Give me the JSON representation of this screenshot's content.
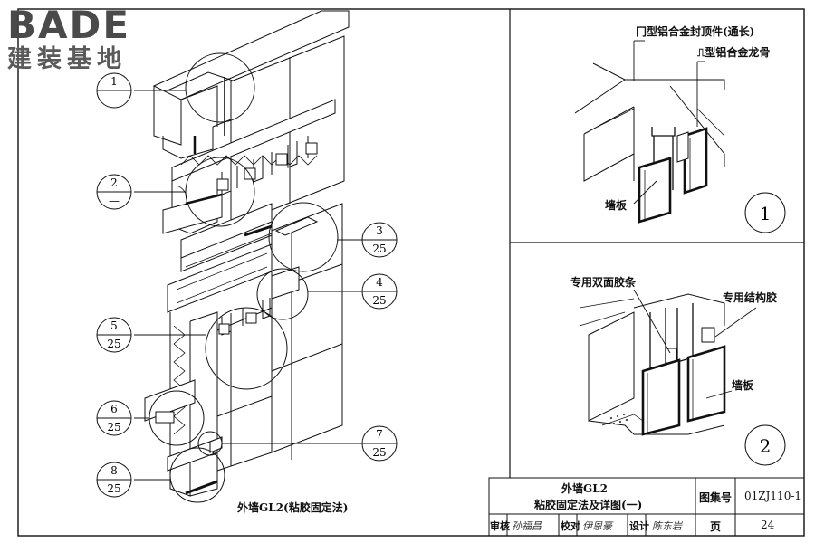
{
  "logo": {
    "brand": "BADE",
    "sub": "建装基地"
  },
  "callouts": [
    {
      "top": "1",
      "bottom": "—"
    },
    {
      "top": "2",
      "bottom": "—"
    },
    {
      "top": "3",
      "bottom": "25"
    },
    {
      "top": "4",
      "bottom": "25"
    },
    {
      "top": "5",
      "bottom": "25"
    },
    {
      "top": "6",
      "bottom": "25"
    },
    {
      "top": "7",
      "bottom": "25"
    },
    {
      "top": "8",
      "bottom": "25"
    }
  ],
  "main_caption": "外墙GL2(粘胶固定法)",
  "detail1": {
    "number": "1",
    "label_top": "冂型铝合金封顶件(通长)",
    "label_mid": "⎍型铝合金龙骨",
    "label_panel": "墙板"
  },
  "detail2": {
    "number": "2",
    "label_tape": "专用双面胶条",
    "label_glue": "专用结构胶",
    "label_panel": "墙板"
  },
  "title_block": {
    "title_line1": "外墙GL2",
    "title_line2": "粘胶固定法及详图(一)",
    "atlas_label": "图集号",
    "atlas_value": "01ZJ110-1",
    "review_label": "审核",
    "review_sign": "孙福昌",
    "check_label": "校对",
    "check_sign": "伊恩豪",
    "design_label": "设计",
    "design_sign": "陈东岩",
    "page_label": "页",
    "page_value": "24"
  }
}
